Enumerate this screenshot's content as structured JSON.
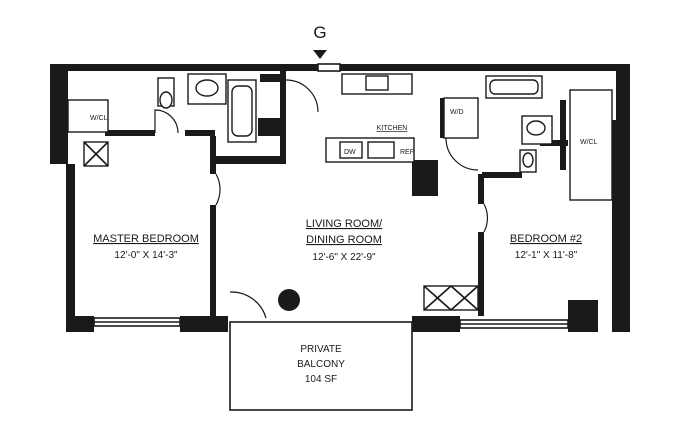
{
  "entry_marker": "G",
  "rooms": {
    "master": {
      "name": "MASTER BEDROOM",
      "dims": "12'-0\" X 14'-3\""
    },
    "living": {
      "name_line1": "LIVING ROOM/",
      "name_line2": "DINING ROOM",
      "dims": "12'-6\" X 22'-9\""
    },
    "bedroom2": {
      "name": "BEDROOM #2",
      "dims": "12'-1\" X 11'-8\""
    },
    "balcony": {
      "line1": "PRIVATE",
      "line2": "BALCONY",
      "area": "104 SF"
    }
  },
  "labels": {
    "kitchen": "KITCHEN",
    "wic_left": "W/CL",
    "wic_right": "W/CL",
    "washer_dryer": "W/D",
    "dw": "DW",
    "ref": "REF."
  }
}
